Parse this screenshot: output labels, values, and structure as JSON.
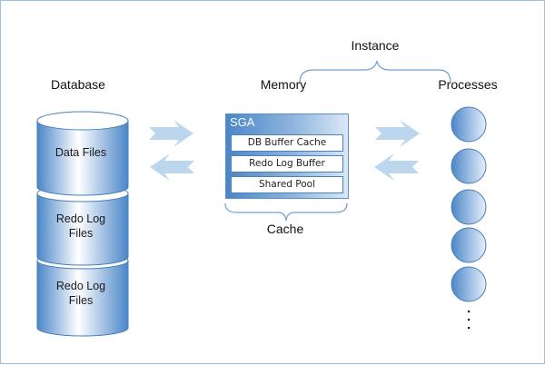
{
  "diagram": {
    "instance_label": "Instance",
    "database": {
      "heading": "Database",
      "cylinders": [
        {
          "label_line1": "Data Files",
          "label_line2": ""
        },
        {
          "label_line1": "Redo Log",
          "label_line2": "Files"
        },
        {
          "label_line1": "Redo Log",
          "label_line2": "Files"
        }
      ]
    },
    "memory": {
      "heading": "Memory",
      "sga_title": "SGA",
      "sga_items": [
        "DB Buffer Cache",
        "Redo Log Buffer",
        "Shared Pool"
      ],
      "cache_label": "Cache"
    },
    "processes": {
      "heading": "Processes",
      "process_count_shown": 5,
      "ellipsis": "⋮"
    },
    "arrows": [
      {
        "from": "database",
        "to": "memory",
        "direction": "right"
      },
      {
        "from": "memory",
        "to": "database",
        "direction": "left"
      },
      {
        "from": "memory",
        "to": "processes",
        "direction": "right"
      },
      {
        "from": "processes",
        "to": "memory",
        "direction": "left"
      }
    ],
    "colors": {
      "cylinder_dark": "#4a86c8",
      "cylinder_light": "#ffffff",
      "arrow": "#bcd6ee",
      "brace": "#6f9fd2",
      "border": "#9cc0e2"
    }
  }
}
